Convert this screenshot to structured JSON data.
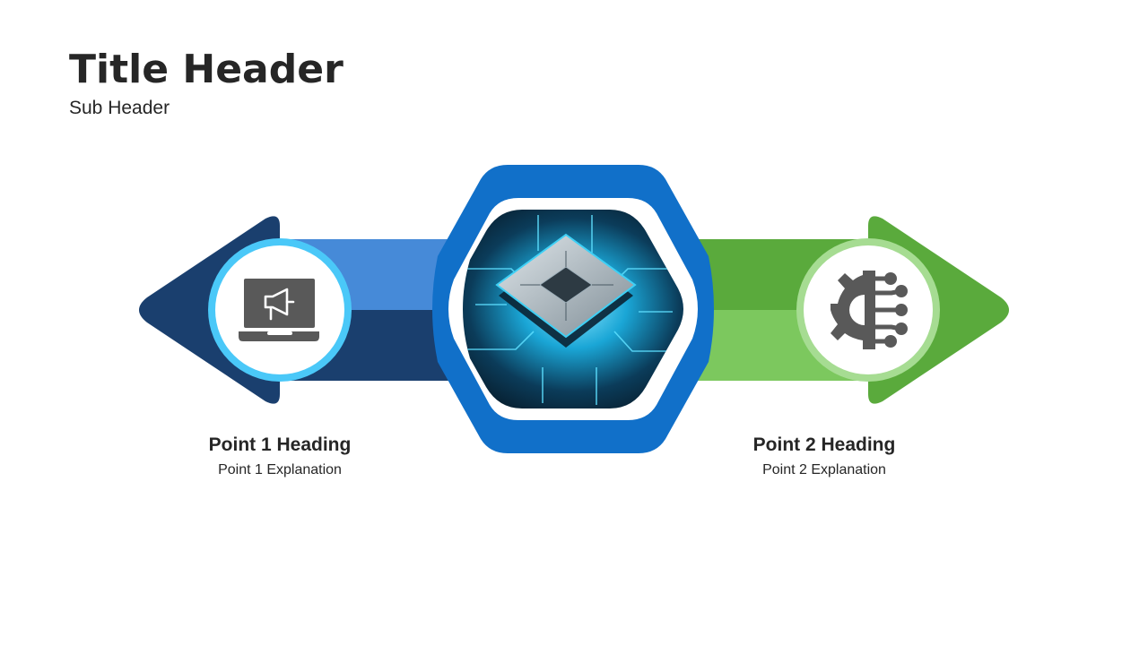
{
  "header": {
    "title": "Title Header",
    "subtitle": "Sub Header"
  },
  "points": [
    {
      "heading": "Point 1 Heading",
      "explanation": "Point 1 Explanation",
      "icon": "laptop-megaphone-icon",
      "color": "#1a3f6e"
    },
    {
      "heading": "Point 2 Heading",
      "explanation": "Point 2 Explanation",
      "icon": "gear-circuit-icon",
      "color": "#5aaa3c"
    }
  ],
  "center": {
    "image": "circuit-chip-image",
    "color": "#1170c9"
  },
  "colors": {
    "left_arrow_dark": "#1a3f6e",
    "left_band_light": "#468ad8",
    "left_ring": "#4ac8f8",
    "right_arrow": "#5aaa3c",
    "right_band_light": "#7cc85e",
    "right_ring": "#a6dc92",
    "hexagon": "#1170c9",
    "icon_gray": "#595959"
  }
}
